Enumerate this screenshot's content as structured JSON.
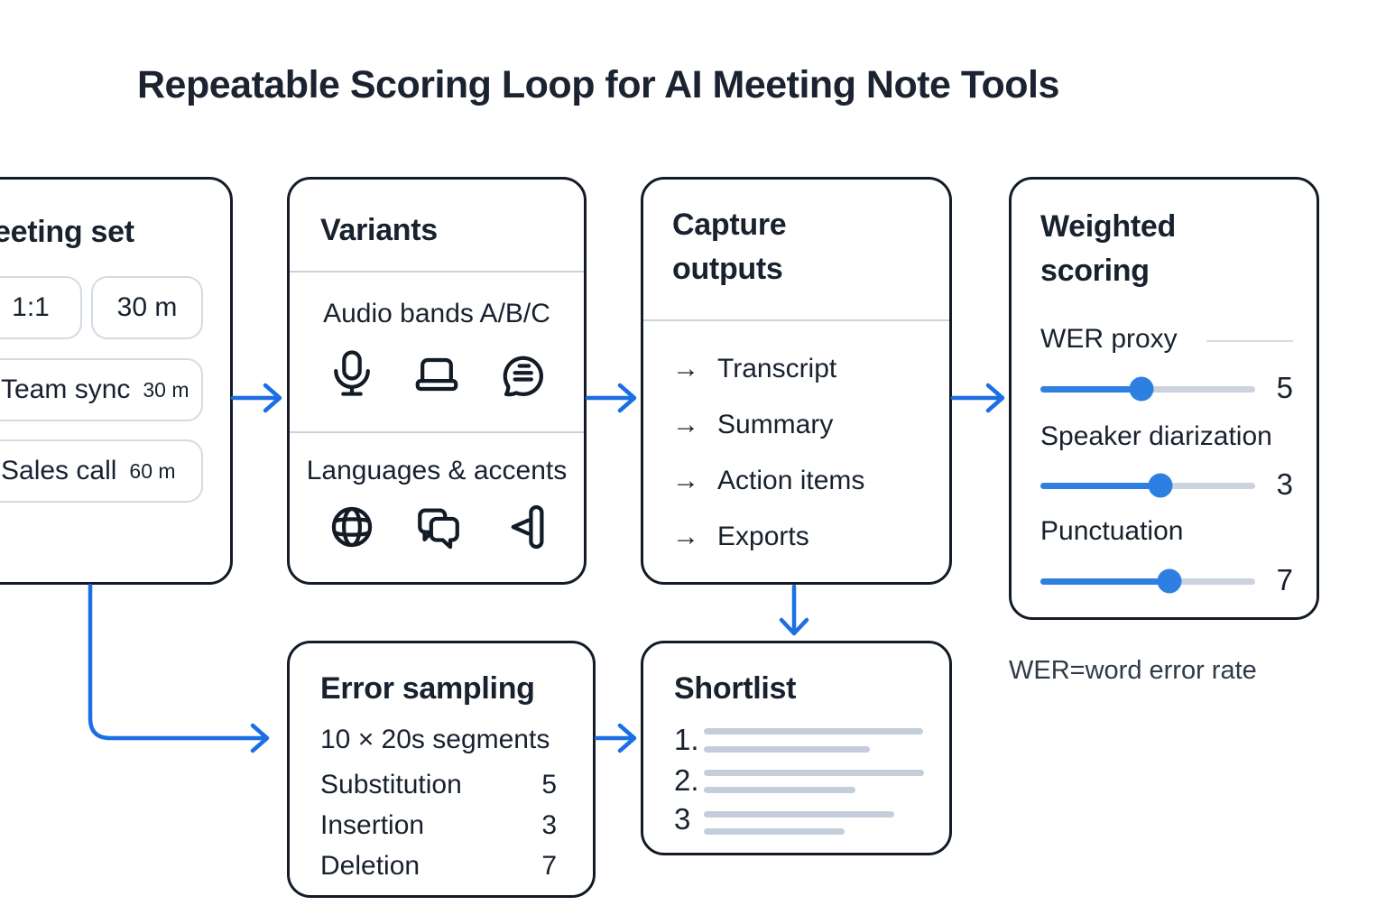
{
  "title": "Repeatable Scoring Loop for AI Meeting Note Tools",
  "colors": {
    "arrow_blue": "#1c6fe2",
    "slider_blue": "#2e7fe2",
    "ink": "#131b26",
    "track_gray": "#cbd3dc",
    "skeleton_gray": "#c4cedb"
  },
  "meeting_set": {
    "title": "Meeting set",
    "chips_row1": [
      {
        "label": "1:1"
      },
      {
        "label": "30 m"
      }
    ],
    "chips_row2": [
      {
        "label": "Team sync",
        "duration": "30 m"
      },
      {
        "label": "Sales call",
        "duration": "60 m"
      }
    ]
  },
  "variants": {
    "title": "Variants",
    "audio": {
      "label": "Audio bands A/B/C",
      "icons": [
        "microphone-icon",
        "laptop-icon",
        "speech-bubble-icon"
      ]
    },
    "languages": {
      "label": "Languages & accents",
      "icons": [
        "globe-icon",
        "chat-bubbles-icon",
        "speaker-icon"
      ]
    }
  },
  "capture": {
    "title": "Capture outputs",
    "arrow_glyph": "→",
    "items": [
      {
        "label": "Transcript"
      },
      {
        "label": "Summary"
      },
      {
        "label": "Action items"
      },
      {
        "label": "Exports"
      }
    ]
  },
  "weighted": {
    "title": "Weighted scoring",
    "sliders": [
      {
        "label": "WER proxy",
        "value": "5",
        "fill_style": "width:47%",
        "thumb_style": "left:47%"
      },
      {
        "label": "Speaker diarization",
        "value": "3",
        "fill_style": "width:56%",
        "thumb_style": "left:56%"
      },
      {
        "label": "Punctuation",
        "value": "7",
        "fill_style": "width:60%",
        "thumb_style": "left:60%"
      }
    ]
  },
  "error_sampling": {
    "title": "Error sampling",
    "subtitle": "10 × 20s segments",
    "rows": [
      {
        "label": "Substitution",
        "value": "5"
      },
      {
        "label": "Insertion",
        "value": "3"
      },
      {
        "label": "Deletion",
        "value": "7"
      }
    ]
  },
  "shortlist": {
    "title": "Shortlist",
    "rows": [
      {
        "num": "1.",
        "line1_style": "width:243px",
        "line2_style": "width:184px"
      },
      {
        "num": "2.",
        "line1_style": "width:244px",
        "line2_style": "width:168px"
      },
      {
        "num": "3",
        "line1_style": "width:211px",
        "line2_style": "width:156px"
      }
    ]
  },
  "note": "WER=word error rate"
}
